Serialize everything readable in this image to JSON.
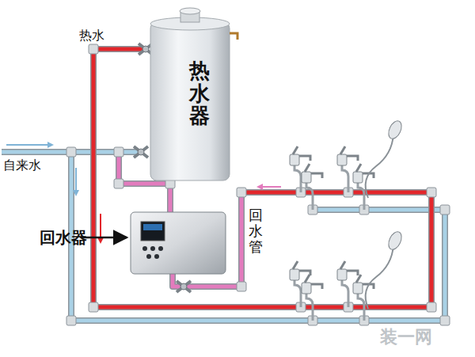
{
  "diagram": {
    "nodes": [
      {
        "text": [
          "热水器"
        ]
      }
    ],
    "labels": [
      "热水",
      "自来水",
      "回水器",
      "回水管",
      "装一网"
    ]
  }
}
